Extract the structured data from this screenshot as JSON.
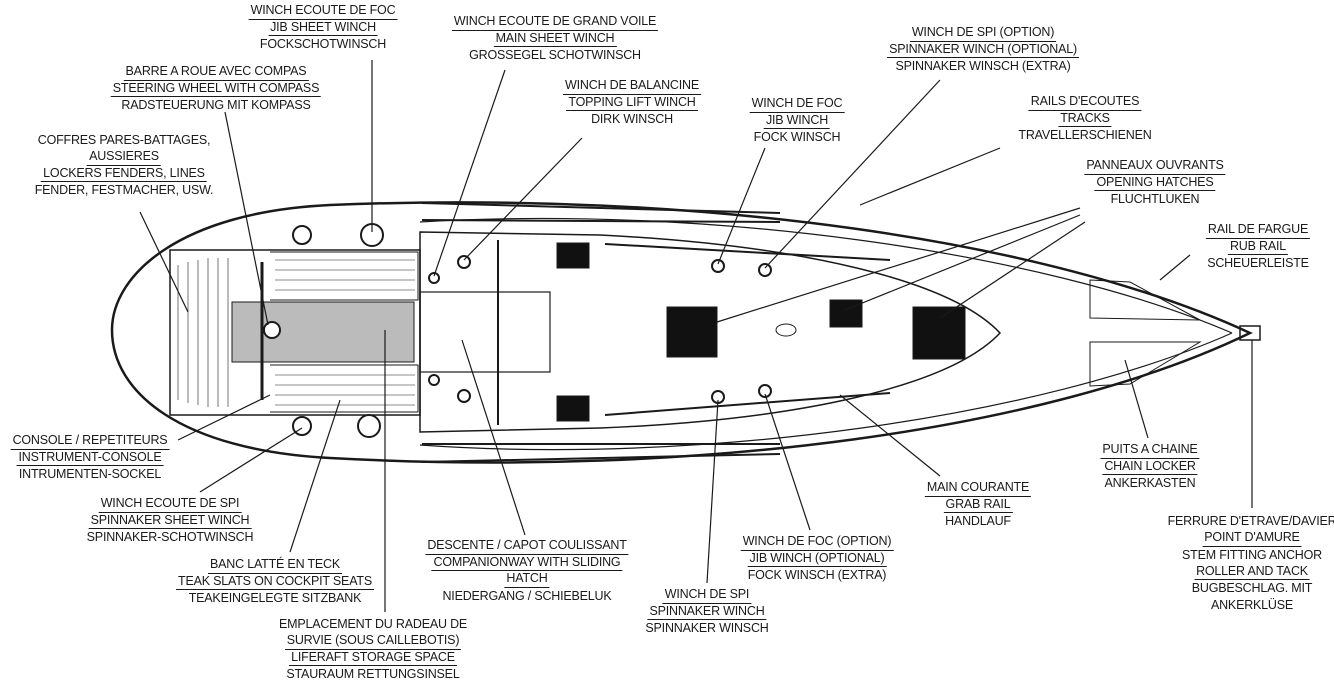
{
  "labels": {
    "jib_sheet_winch": [
      "WINCH ECOUTE DE FOC",
      "JIB SHEET WINCH",
      "FOCKSCHOTWINSCH"
    ],
    "main_sheet_winch": [
      "WINCH ECOUTE DE GRAND VOILE",
      "MAIN SHEET WINCH",
      "GROSSEGEL   SCHOTWINSCH"
    ],
    "spinnaker_winch_option": [
      "WINCH DE SPI (OPTION)",
      "SPINNAKER WINCH (OPTIONAL)",
      "SPINNAKER WINSCH (EXTRA)"
    ],
    "steering_wheel": [
      "BARRE A ROUE AVEC COMPAS",
      "STEERING WHEEL WITH COMPASS",
      "RADSTEUERUNG MIT KOMPASS"
    ],
    "topping_lift_winch": [
      "WINCH DE BALANCINE",
      "TOPPING LIFT WINCH",
      "DIRK WINSCH"
    ],
    "jib_winch": [
      "WINCH DE FOC",
      "JIB WINCH",
      "FOCK WINSCH"
    ],
    "tracks": [
      "RAILS D'ECOUTES",
      "TRACKS",
      "TRAVELLERSCHIENEN"
    ],
    "lockers": [
      "COFFRES PARES-BATTAGES,",
      "AUSSIERES",
      "LOCKERS FENDERS, LINES",
      "FENDER, FESTMACHER, USW."
    ],
    "opening_hatches": [
      "PANNEAUX OUVRANTS",
      "OPENING HATCHES",
      "FLUCHTLUKEN"
    ],
    "rub_rail": [
      "RAIL DE FARGUE",
      "RUB RAIL",
      "SCHEUERLEISTE"
    ],
    "instrument_console": [
      "CONSOLE / REPETITEURS",
      "INSTRUMENT-CONSOLE",
      "INTRUMENTEN-SOCKEL"
    ],
    "spinnaker_sheet_winch": [
      "WINCH ECOUTE DE SPI",
      "SPINNAKER SHEET WINCH",
      "SPINNAKER-SCHOTWINSCH"
    ],
    "grab_rail": [
      "MAIN COURANTE",
      "GRAB RAIL",
      "HANDLAUF"
    ],
    "chain_locker": [
      "PUITS A CHAINE",
      "CHAIN LOCKER",
      "ANKERKASTEN"
    ],
    "stem_fitting": [
      "FERRURE D'ETRAVE/DAVIER",
      "POINT D'AMURE",
      "STEM FITTING ANCHOR",
      "ROLLER AND TACK",
      "BUGBESCHLAG. MIT",
      "ANKERKLÜSE"
    ],
    "companionway": [
      "DESCENTE / CAPOT COULISSANT",
      "COMPANIONWAY WITH SLIDING",
      "HATCH",
      "NIEDERGANG / SCHIEBELUK"
    ],
    "jib_winch_option": [
      "WINCH DE FOC (OPTION)",
      "JIB WINCH (OPTIONAL)",
      "FOCK WINSCH (EXTRA)"
    ],
    "teak_slats": [
      "BANC LATTÉ EN TECK",
      "TEAK SLATS ON COCKPIT SEATS",
      "TEAKEINGELEGTE SITZBANK"
    ],
    "spinnaker_winch": [
      "WINCH DE SPI",
      "SPINNAKER WINCH",
      "SPINNAKER WINSCH"
    ],
    "liferaft_storage": [
      "EMPLACEMENT DU RADEAU DE",
      "SURVIE (SOUS CAILLEBOTIS)",
      "LIFERAFT STORAGE SPACE",
      "STAURAUM RETTUNGSINSEL"
    ]
  }
}
